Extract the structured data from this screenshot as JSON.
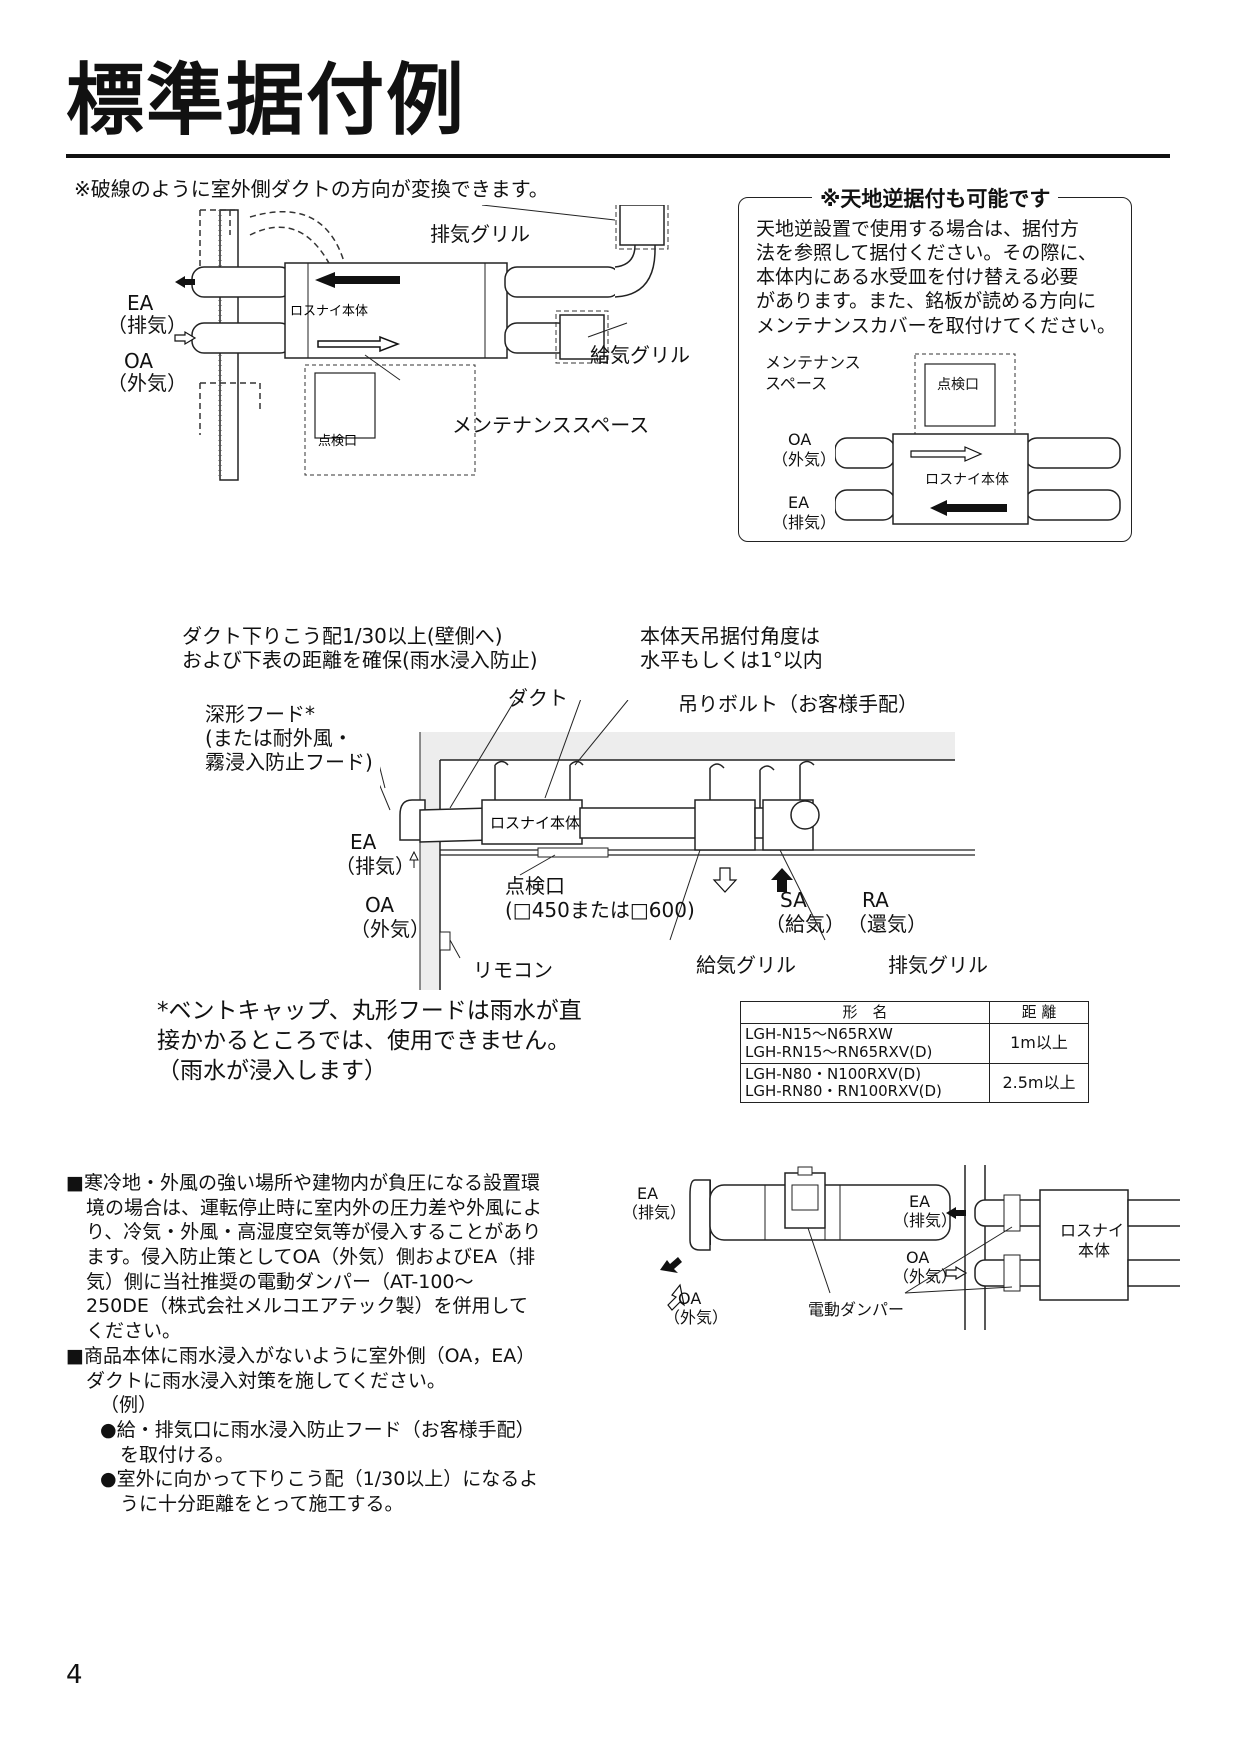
{
  "title": "標準据付例",
  "page_number": "4",
  "diagram1": {
    "note": "※破線のように室外側ダクトの方向が変換できます。",
    "exhaust_grille": "排気グリル",
    "supply_grille": "給気グリル",
    "ea": "EA",
    "ea_sub": "（排気）",
    "oa": "OA",
    "oa_sub": "（外気）",
    "unit_label": "ロスナイ本体",
    "inspection": "点検口",
    "maintenance_space": "メンテナンススペース"
  },
  "inverted_box": {
    "title": "※天地逆据付も可能です",
    "body": [
      "天地逆設置で使用する場合は、据付方",
      "法を参照して据付ください。その際に、",
      "本体内にある水受皿を付け替える必要",
      "があります。また、銘板が読める方向に",
      "メンテナンスカバーを取付けてください。"
    ],
    "maintenance_line1": "メンテナンス",
    "maintenance_line2": "スペース",
    "inspection": "点検口",
    "oa": "OA",
    "oa_sub": "（外気）",
    "ea": "EA",
    "ea_sub": "（排気）",
    "unit_label": "ロスナイ本体"
  },
  "diagram2": {
    "slope_line1": "ダクト下りこう配1/30以上(壁側へ)",
    "slope_line2": "および下表の距離を確保(雨水浸入防止)",
    "angle_line1": "本体天吊据付角度は",
    "angle_line2": "水平もしくは1°以内",
    "duct": "ダクト",
    "bolt": "吊りボルト（お客様手配）",
    "hood_line1": "深形フード*",
    "hood_line2": "(または耐外風・",
    "hood_line3": "霧浸入防止フード)",
    "unit_label": "ロスナイ本体",
    "ea": "EA",
    "ea_sub": "（排気）",
    "oa": "OA",
    "oa_sub": "（外気）",
    "inspection_line1": "点検口",
    "inspection_line2": "(□450または□600)",
    "sa": "SA",
    "sa_sub": "（給気）",
    "ra": "RA",
    "ra_sub": "（還気）",
    "remote": "リモコン",
    "supply_grille": "給気グリル",
    "exhaust_grille": "排気グリル"
  },
  "footnote": [
    "*ベントキャップ、丸形フードは雨水が直",
    "接かかるところでは、使用できません。",
    "（雨水が浸入します）"
  ],
  "distance_table": {
    "headers": [
      "形　名",
      "距 離"
    ],
    "rows": [
      {
        "models": [
          "LGH-N15〜N65RXW",
          "LGH-RN15〜RN65RXV(D)"
        ],
        "distance": "1m以上"
      },
      {
        "models": [
          "LGH-N80・N100RXV(D)",
          "LGH-RN80・RN100RXV(D)"
        ],
        "distance": "2.5m以上"
      }
    ]
  },
  "notes": {
    "note1": [
      "■寒冷地・外風の強い場所や建物内が負圧になる設置環",
      "境の場合は、運転停止時に室内外の圧力差や外風によ",
      "り、冷気・外風・高湿度空気等が侵入することがあり",
      "ます。侵入防止策としてOA（外気）側およびEA（排",
      "気）側に当社推奨の電動ダンパー（AT-100〜",
      "250DE（株式会社メルコエアテック製）を併用して",
      "ください。"
    ],
    "note2": [
      "■商品本体に雨水浸入がないように室外側（OA，EA）",
      "ダクトに雨水浸入対策を施してください。"
    ],
    "example": "（例）",
    "bullet1": [
      "●給・排気口に雨水浸入防止フード（お客様手配）",
      "を取付ける。"
    ],
    "bullet2": [
      "●室外に向かって下りこう配（1/30以上）になるよ",
      "うに十分距離をとって施工する。"
    ]
  },
  "diagram3": {
    "ea": "EA",
    "ea_sub": "（排気）",
    "oa": "OA",
    "oa_sub": "（外気）",
    "damper": "電動ダンパー",
    "unit_line1": "ロスナイ",
    "unit_line2": "本体"
  }
}
